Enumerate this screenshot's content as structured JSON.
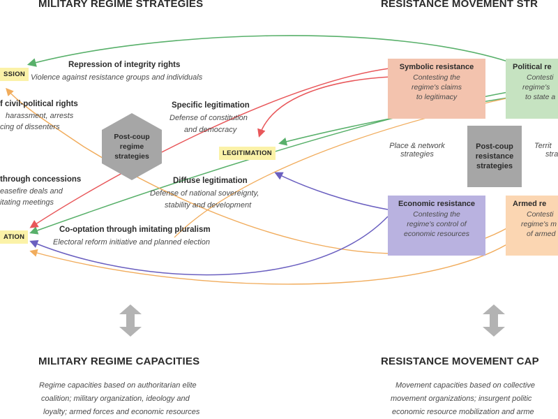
{
  "titles": {
    "left": "MILITARY REGIME STRATEGIES",
    "right": "RESISTANCE MOVEMENT STR"
  },
  "tags": {
    "repression": "SSION",
    "legitimation": "LEGITIMATION",
    "cooptation": "ATION"
  },
  "left_items": {
    "repression_integrity": {
      "title": "Repression of integrity rights",
      "desc": "Violence against resistance groups and individuals"
    },
    "civil_political": {
      "title": "f civil-political rights",
      "desc1": "harassment, arrests",
      "desc2": "cing of dissenters"
    },
    "specific_legitimation": {
      "title": "Specific legitimation",
      "desc1": "Defense of constitution",
      "desc2": "and democracy"
    },
    "concessions": {
      "title": "through concessions",
      "desc1": "easefire deals and",
      "desc2": "itating meetings"
    },
    "diffuse_legitimation": {
      "title": "Diffuse legitimation",
      "desc1": "Defense of national sovereignty,",
      "desc2": "stability and development"
    },
    "pluralism": {
      "title": "Co-optation through imitating pluralism",
      "desc": "Electoral reform initiative and planned election"
    }
  },
  "hexagon": {
    "line1": "Post-coup",
    "line2": "regime",
    "line3": "strategies"
  },
  "center_right": {
    "place_network": {
      "line1": "Place & network",
      "line2": "strategies"
    },
    "grey_box": {
      "line1": "Post-coup",
      "line2": "resistance",
      "line3": "strategies"
    },
    "territory": {
      "line1": "Territ",
      "line2": "stra"
    }
  },
  "resistance_boxes": {
    "symbolic": {
      "title": "Symbolic resistance",
      "d1": "Contesting the",
      "d2": "regime's claims",
      "d3": "to legitimacy"
    },
    "political": {
      "title": "Political re",
      "d1": "Contesti",
      "d2": "regime's",
      "d3": "to state a"
    },
    "economic": {
      "title": "Economic resistance",
      "d1": "Contesting the",
      "d2": "regime's control of",
      "d3": "economic resources"
    },
    "armed": {
      "title": "Armed re",
      "d1": "Contesti",
      "d2": "regime's m",
      "d3": "of armed"
    }
  },
  "bottom": {
    "left_title": "MILITARY REGIME CAPACITIES",
    "left_desc1": "Regime capacities based on authoritarian elite",
    "left_desc2": "coalition; military organization, ideology and",
    "left_desc3": "loyalty; armed forces and economic resources",
    "right_title": "RESISTANCE MOVEMENT CAP",
    "right_desc1": "Movement capacities based on collective",
    "right_desc2": "movement organizations; insurgent politic",
    "right_desc3": "economic resource mobilization and arme"
  },
  "colors": {
    "symbolic_fill": "#f3c3ae",
    "political_fill": "#c6e3c1",
    "economic_fill": "#b9b2e0",
    "armed_fill": "#fbd6b2",
    "tag_fill": "#fbf2a8",
    "grey": "#a6a6a6",
    "red_arrow": "#e8575a",
    "green_arrow": "#58b06a",
    "purple_arrow": "#6a5fc0",
    "orange_arrow": "#f1ac5c"
  }
}
